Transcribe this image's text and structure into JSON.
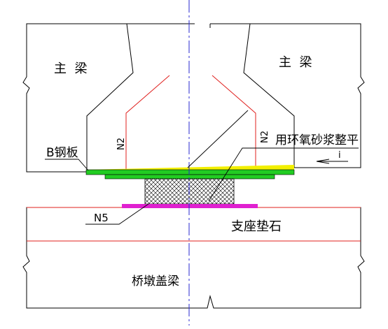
{
  "labels": {
    "main_beam_left": "主  梁",
    "main_beam_right": "主  梁",
    "b_plate": "B钢板",
    "n2_left": "N2",
    "n2_right": "N2",
    "epoxy_mortar": "用环氧砂浆整平",
    "slope": "i",
    "n5": "N5",
    "bearing_pad_stone": "支座垫石",
    "pier_cap_beam": "桥墩盖梁"
  },
  "colors": {
    "outline": "#000000",
    "rebar": "#e0201e",
    "centerline": "#2a2ad0",
    "b_plate": "#22cc22",
    "epoxy_layer": "#f2f000",
    "embedded_plate": "#e020d0",
    "bearing_hatch": "#000000"
  }
}
